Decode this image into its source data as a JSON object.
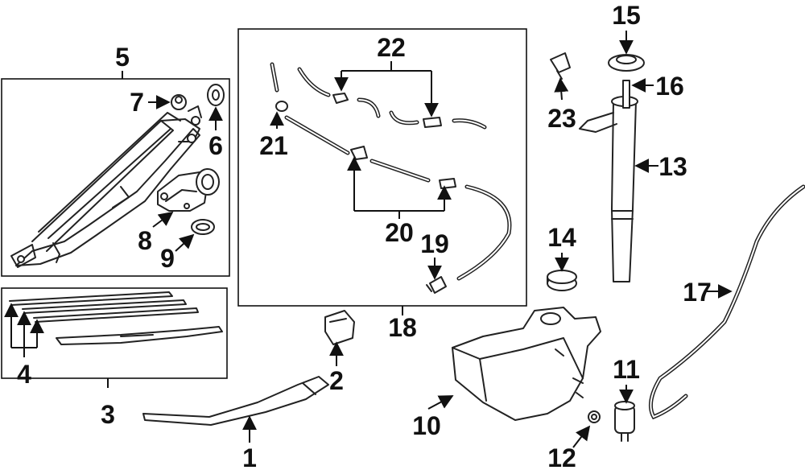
{
  "callouts": {
    "c1": "1",
    "c2": "2",
    "c3": "3",
    "c4": "4",
    "c5": "5",
    "c6": "6",
    "c7": "7",
    "c8": "8",
    "c9": "9",
    "c10": "10",
    "c11": "11",
    "c12": "12",
    "c13": "13",
    "c14": "14",
    "c15": "15",
    "c16": "16",
    "c17": "17",
    "c18": "18",
    "c19": "19",
    "c20": "20",
    "c21": "21",
    "c22": "22",
    "c23": "23"
  },
  "colors": {
    "line": "#222222",
    "background": "#ffffff"
  }
}
